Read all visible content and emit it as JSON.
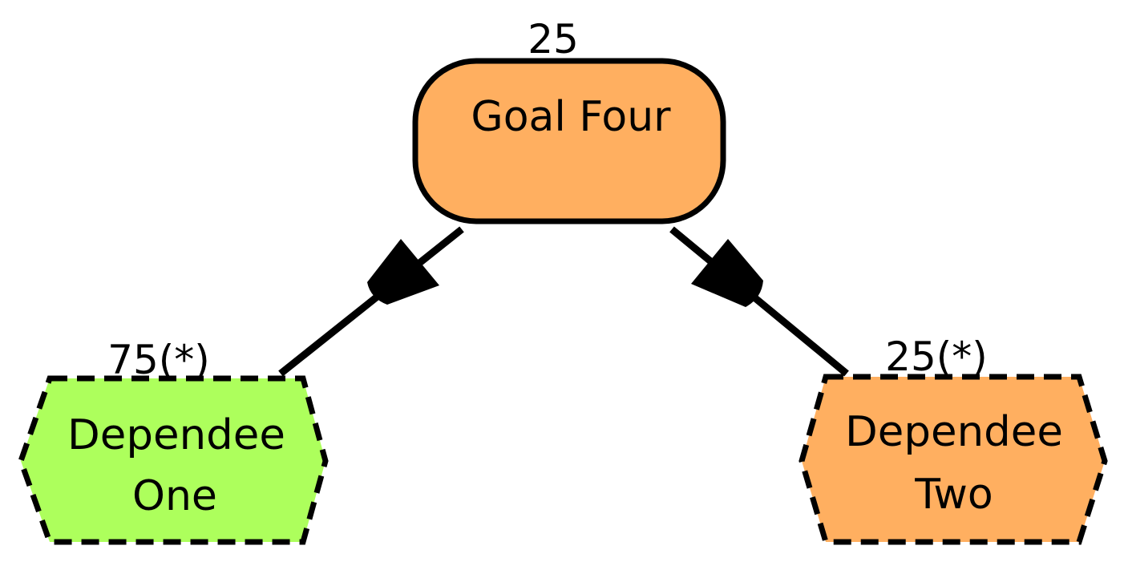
{
  "colors": {
    "satisfied": "#adff5c",
    "partial": "#ffaf60",
    "stroke": "#000000",
    "background": "#ffffff"
  },
  "nodes": {
    "goal_four": {
      "kind": "goal",
      "label_lines": [
        "Goal Four"
      ],
      "score": "25"
    },
    "dependee_one": {
      "kind": "dependee",
      "label_lines": [
        "Dependee",
        "One"
      ],
      "score": "75(*)"
    },
    "dependee_two": {
      "kind": "dependee",
      "label_lines": [
        "Dependee",
        "Two"
      ],
      "score": "25(*)"
    }
  },
  "links": [
    {
      "from": "goal_four",
      "to": "dependee_one",
      "type": "dependency"
    },
    {
      "from": "goal_four",
      "to": "dependee_two",
      "type": "dependency"
    }
  ]
}
